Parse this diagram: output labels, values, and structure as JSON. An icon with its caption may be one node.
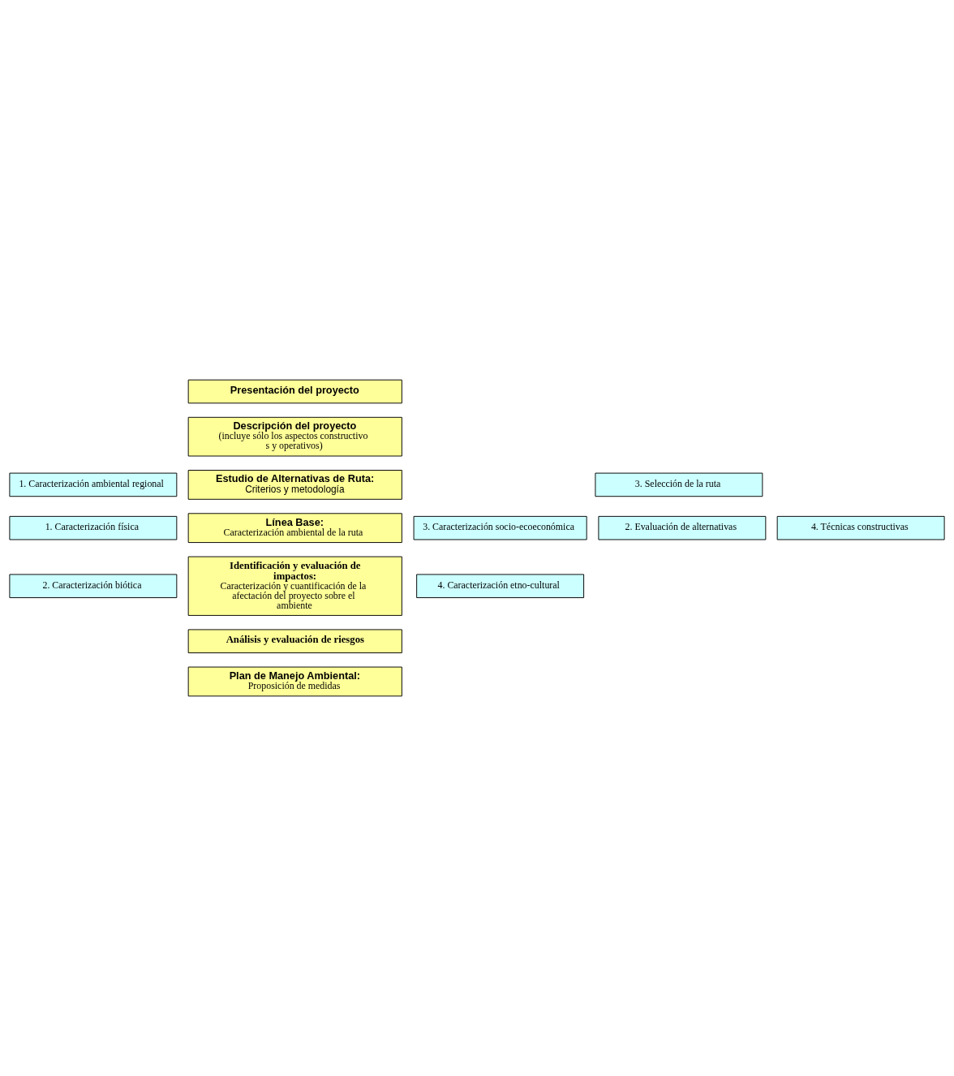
{
  "diagram": {
    "nodes": [
      {
        "text": [
          "Presentación del proyecto"
        ]
      },
      {
        "text": [
          "Descripción del proyecto",
          "(incluye sólo los aspectos constructivo s y operativos)"
        ]
      },
      {
        "text": [
          "Estudio de Alternativas de Ruta:",
          "Criterios y metodología"
        ]
      },
      {
        "text": [
          "1. Caracterización ambiental regional"
        ]
      },
      {
        "text": [
          "3. Selección de la ruta"
        ]
      },
      {
        "text": [
          "2. Evaluación de alternativas"
        ]
      },
      {
        "text": [
          "4. Técnicas constructivas"
        ]
      },
      {
        "text": [
          "Línea Base:",
          "Caracterización ambiental de la ruta"
        ]
      },
      {
        "text": [
          "1. Caracterización física"
        ]
      },
      {
        "text": [
          "3. Caracterización socio-ecoeconómica"
        ]
      },
      {
        "text": [
          "2. Caracterización biótica"
        ]
      },
      {
        "text": [
          "4. Caracterización etno-cultural"
        ]
      },
      {
        "text": [
          "Identificación y evaluación de impactos:",
          "Caracterización y cuantificación de la afectación del proyecto sobre el ambiente"
        ]
      },
      {
        "text": [
          "Análisis y evaluación de riesgos"
        ]
      },
      {
        "text": [
          "Plan de Manejo Ambiental:",
          "Proposición de medidas"
        ]
      }
    ]
  }
}
